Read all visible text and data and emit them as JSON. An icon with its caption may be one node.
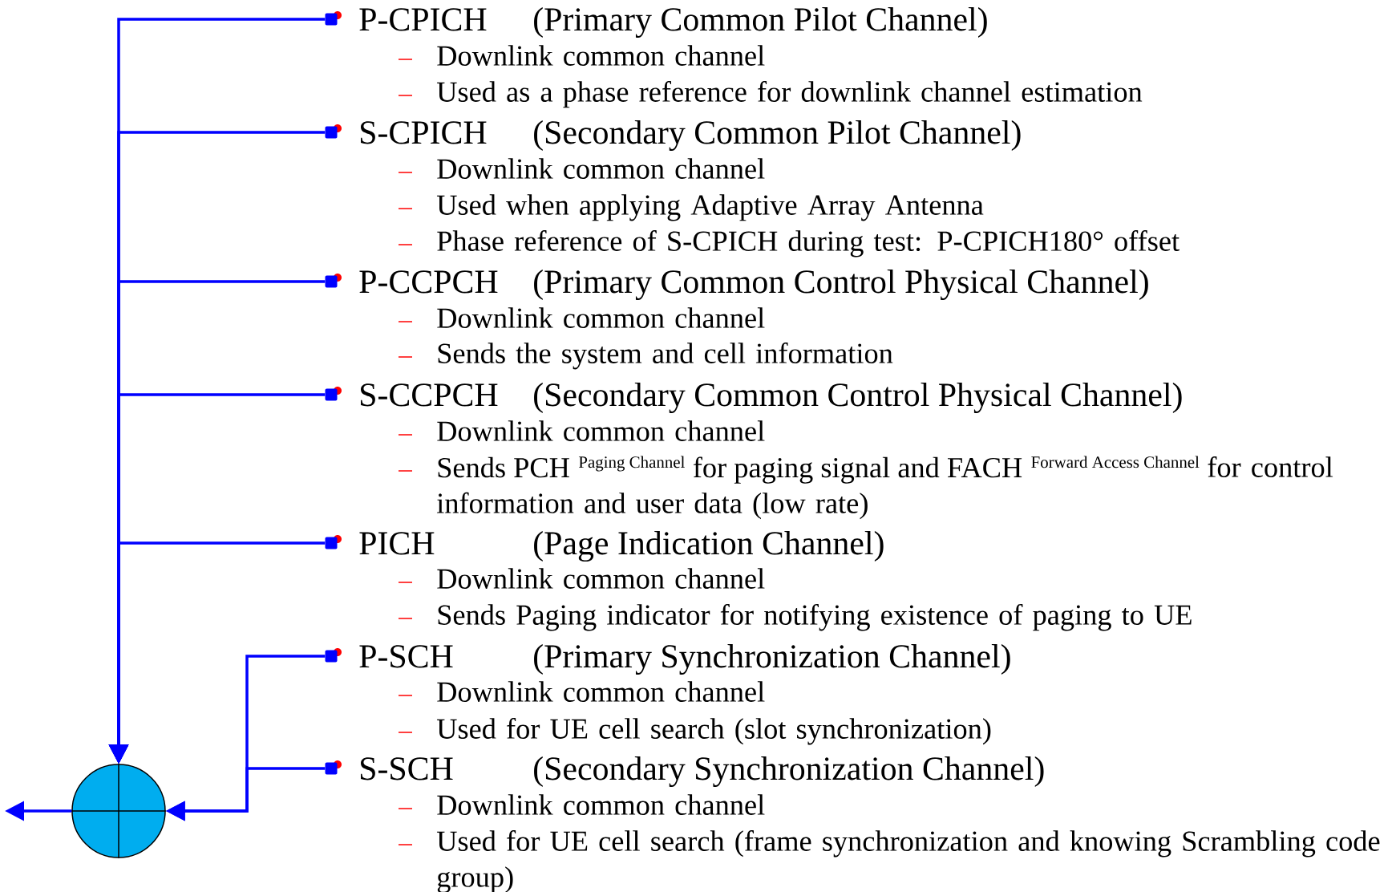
{
  "diagram": {
    "nodes": [
      {
        "text": [
          "P-CPICH",
          "(Primary Common Pilot Channel)"
        ],
        "beside": [
          "Downlink common channel",
          "Used as a phase reference for downlink channel estimation"
        ]
      },
      {
        "text": [
          "S-CPICH",
          "(Secondary Common Pilot Channel)"
        ],
        "beside": [
          "Downlink common channel",
          "Used when applying Adaptive Array Antenna",
          "Phase reference of S-CPICH during test: P-CPICH180° offset"
        ]
      },
      {
        "text": [
          "P-CCPCH",
          "(Primary Common Control Physical Channel)"
        ],
        "beside": [
          "Downlink common channel",
          "Sends the system and cell information"
        ]
      },
      {
        "text": [
          "S-CCPCH",
          "(Secondary Common Control Physical Channel)"
        ],
        "beside": [
          "Downlink common channel",
          "Sends PCH",
          "Paging Channel",
          "for paging signal and FACH",
          "Forward Access Channel",
          "for control information and user data (low rate)"
        ]
      },
      {
        "text": [
          "PICH",
          "(Page Indication Channel)"
        ],
        "beside": [
          "Downlink common channel",
          "Sends Paging indicator for notifying existence of paging to UE"
        ]
      },
      {
        "text": [
          "P-SCH",
          "(Primary Synchronization Channel)"
        ],
        "beside": [
          "Downlink common channel",
          "Used for UE cell search (slot synchronization)"
        ]
      },
      {
        "text": [
          "S-SCH",
          "(Secondary Synchronization Channel)"
        ],
        "beside": [
          "Downlink common channel",
          "Used for UE cell search (frame synchronization and knowing Scrambling code group)"
        ]
      },
      {
        "text": [],
        "shape": "circle"
      }
    ],
    "edges": [
      {
        "from": 0,
        "to": 7,
        "arrow": "to"
      },
      {
        "from": 1,
        "to": 7,
        "arrow": "to"
      },
      {
        "from": 2,
        "to": 7,
        "arrow": "to"
      },
      {
        "from": 3,
        "to": 7,
        "arrow": "to"
      },
      {
        "from": 4,
        "to": 7,
        "arrow": "to"
      },
      {
        "from": 5,
        "to": 7,
        "arrow": "to"
      },
      {
        "from": 6,
        "to": 7,
        "arrow": "to"
      },
      {
        "from": 7,
        "to": null,
        "arrow": "to"
      }
    ]
  }
}
